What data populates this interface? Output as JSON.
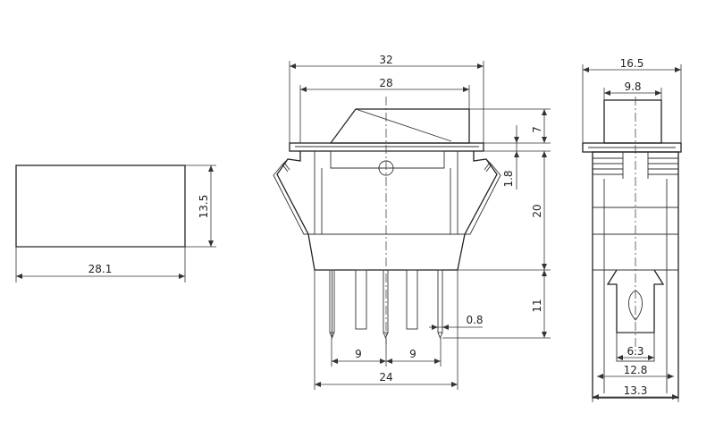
{
  "dimensions": {
    "front_total_width": "32",
    "front_rocker_width": "28",
    "front_rocker_height": "7",
    "front_flange_thickness": "1.8",
    "front_body_height": "20",
    "front_pin_length": "11",
    "front_pin_thickness": "0.8",
    "front_pin_pitch_left": "9",
    "front_pin_pitch_right": "9",
    "front_pin_span": "24",
    "side_total_width": "16.5",
    "side_rocker_width": "9.8",
    "side_pin_width": "6.3",
    "side_lower_width": "12.8",
    "side_base_width": "13.3",
    "cutout_width": "28.1",
    "cutout_height": "13.5"
  },
  "colors": {
    "line": "#222222",
    "background": "#ffffff"
  }
}
